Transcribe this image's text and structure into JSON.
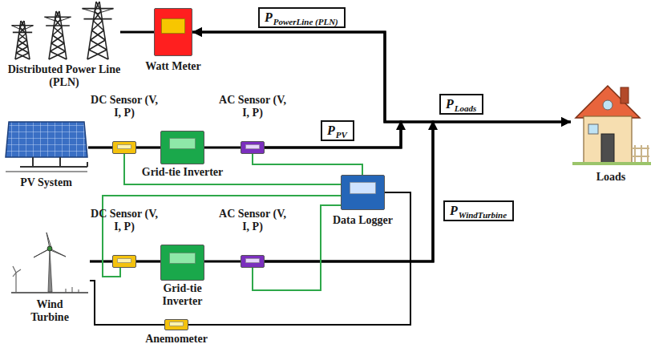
{
  "diagram": {
    "nodes": [
      {
        "text": [
          "Distributed Power Line (PLN)"
        ]
      },
      {
        "text": [
          "Watt Meter"
        ]
      },
      {
        "text": [
          "PV System"
        ]
      },
      {
        "text": [
          "DC Sensor (V, I, P)"
        ]
      },
      {
        "text": [
          "Grid-tie Inverter"
        ]
      },
      {
        "text": [
          "AC Sensor (V, I, P)"
        ]
      },
      {
        "text": [
          "Data Logger"
        ]
      },
      {
        "text": [
          "Wind Turbine"
        ]
      },
      {
        "text": [
          "DC Sensor (V, I, P)"
        ]
      },
      {
        "text": [
          "Grid-tie Inverter"
        ]
      },
      {
        "text": [
          "AC Sensor (V, I, P)"
        ]
      },
      {
        "text": [
          "Anemometer"
        ]
      },
      {
        "text": [
          "Loads"
        ]
      },
      {
        "text": [
          "P",
          "PowerLine (PLN)"
        ]
      },
      {
        "text": [
          "P",
          "Loads"
        ]
      },
      {
        "text": [
          "P",
          "PV"
        ]
      },
      {
        "text": [
          "P",
          "WindTurbine"
        ]
      }
    ],
    "edges": [
      {
        "from": 0,
        "to": 1,
        "arrow": "none"
      },
      {
        "from": 2,
        "to": 3,
        "arrow": "none"
      },
      {
        "from": 3,
        "to": 4,
        "arrow": "none"
      },
      {
        "from": 4,
        "to": 5,
        "arrow": "none"
      },
      {
        "from": 5,
        "to": 12,
        "arrow": "to"
      },
      {
        "from": 7,
        "to": 8,
        "arrow": "none"
      },
      {
        "from": 8,
        "to": 9,
        "arrow": "none"
      },
      {
        "from": 9,
        "to": 10,
        "arrow": "none"
      },
      {
        "from": 10,
        "to": 12,
        "arrow": "to"
      },
      {
        "from": 5,
        "to": 1,
        "arrow": "to"
      },
      {
        "from": 10,
        "to": 1,
        "arrow": "to"
      },
      {
        "from": 3,
        "to": 6,
        "arrow": "none"
      },
      {
        "from": 5,
        "to": 6,
        "arrow": "none"
      },
      {
        "from": 8,
        "to": 6,
        "arrow": "none"
      },
      {
        "from": 10,
        "to": 6,
        "arrow": "none"
      },
      {
        "from": 6,
        "to": 11,
        "arrow": "none"
      },
      {
        "from": 7,
        "to": 11,
        "arrow": "none"
      }
    ]
  }
}
